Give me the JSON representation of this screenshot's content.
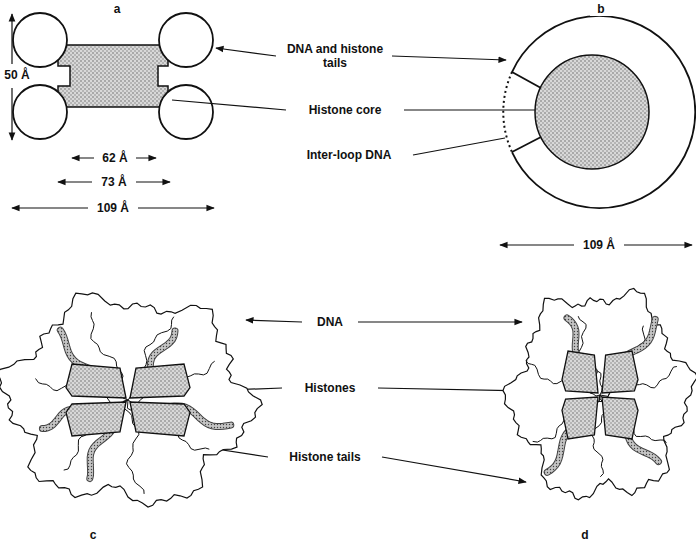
{
  "diagram": {
    "labels": [
      "a",
      "b",
      "50 Å",
      "DNA and histone tails",
      "Histone core",
      "62 Å",
      "73 Å",
      "109 Å",
      "Inter-loop DNA",
      "109 Å",
      "DNA",
      "Histones",
      "Histone tails",
      "c",
      "d"
    ]
  }
}
